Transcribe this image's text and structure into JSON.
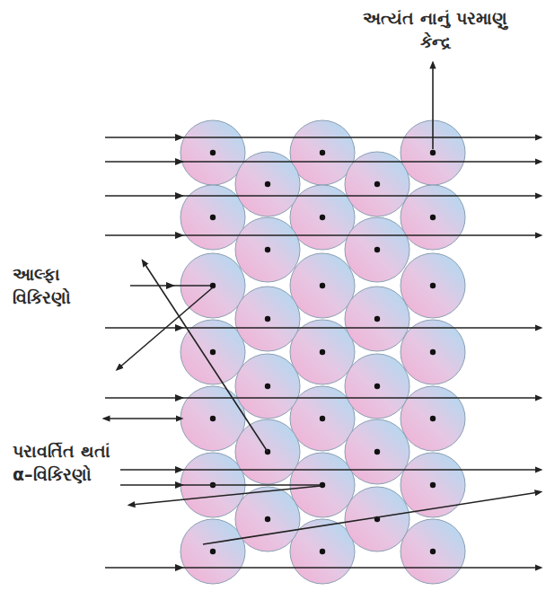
{
  "diagram": {
    "labels": [
      "અત્યંત નાનું પરમાણુ કેન્દ્ર",
      "આલ્ફા વિકિરણો",
      "પરાવર્તિત થતાં α–વિકિરણો"
    ]
  }
}
